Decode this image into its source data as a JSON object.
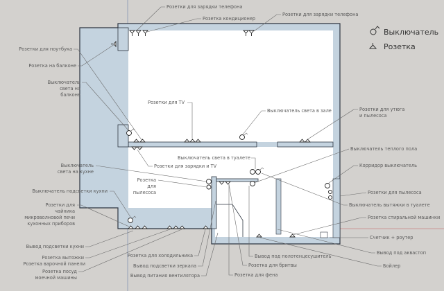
{
  "legend": {
    "switch": "Выключатель",
    "socket": "Розетка"
  },
  "labels": {
    "phone_charge_1": "Розетки для зарядки телефона",
    "air_conditioner": "Розетка кондиционер",
    "phone_charge_2": "Розетки для зарядки телефона",
    "laptop": "Розетки для ноутбука",
    "balcony_socket": "Розетка на балконе",
    "balcony_switch": [
      "Выключатель",
      "света на",
      "балконе"
    ],
    "tv": "Розетки для TV",
    "hall_switch": "Выключатель света в зале",
    "iron": [
      "Розетки для утюга",
      "и пылесоса"
    ],
    "floor_heating_switch": "Выключатель теплого пола",
    "toilet_light_switch": "Выключатель света в туалете",
    "charge_tv": "Розетки для зарядки и TV",
    "kitchen_light_switch": [
      "Выключатель",
      "света на кухне"
    ],
    "vacuum_socket": [
      "Розетка",
      "для",
      "пылесоса"
    ],
    "corridor_switch": "Корридор выключатель",
    "kitchen_backlight_switch": "Выключатель подсветки кухни",
    "vacuum_sockets": "Розетки для пылесоса",
    "toilet_fan_switch": "Выключатель вытяжки в туалете",
    "kitchen_appliances": [
      "Розетки для",
      "чайника",
      "микроволновой печи",
      "кухонных приборов"
    ],
    "washing_machine": "Розетка стиральной машинки",
    "kitchen_backlight_out": "Вывод подсветки кухни",
    "meter_router": "Счетчик + роутер",
    "hood": "Розетка вытяжки",
    "hob": "Розетка варочной панели",
    "aquastop": "Вывод под аквастоп",
    "dishwasher": [
      "Розетка посуд",
      "моечной машины"
    ],
    "boiler": "Бойлер",
    "fridge": "Розетка для холодильника",
    "mirror_light": "Вывод подсветки зеркала",
    "fan_power": "Вывод питания вентилятора",
    "towel_dryer": "Вывод под полотенцесушитель",
    "shaver": "Розетка для бритвы",
    "hairdryer": "Розетка для фена"
  }
}
